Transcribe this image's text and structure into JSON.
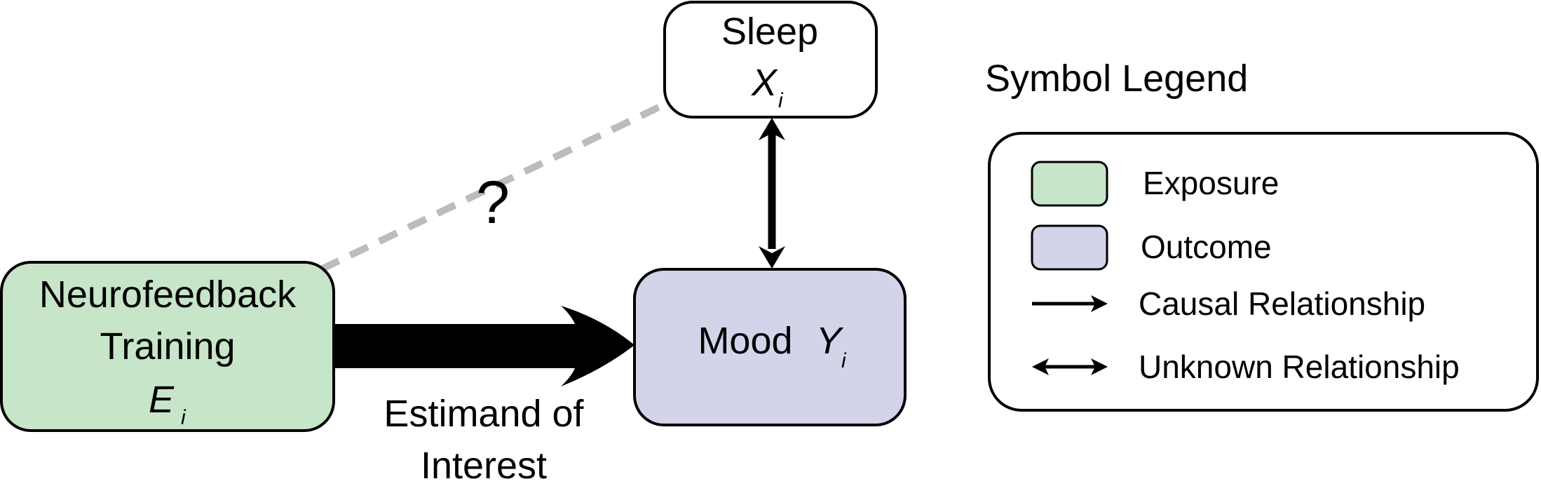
{
  "nodes": {
    "exposure": {
      "line1": "Neurofeedback",
      "line2": "Training",
      "symbol": "E",
      "subscript": "i"
    },
    "sleep": {
      "name": "Sleep",
      "symbol": "X",
      "subscript": "i"
    },
    "mood": {
      "name": "Mood",
      "symbol": "Y",
      "subscript": "i"
    }
  },
  "edges": {
    "unknown_mark": "?",
    "estimand_line1": "Estimand of",
    "estimand_line2": "Interest"
  },
  "legend": {
    "title": "Symbol Legend",
    "exposure": "Exposure",
    "outcome": "Outcome",
    "causal": "Causal Relationship",
    "unknown": "Unknown Relationship"
  },
  "colors": {
    "exposure_fill": "#c6e5c9",
    "outcome_fill": "#d3d3ea",
    "dashed_line": "#bcbcbc",
    "stroke": "#000000"
  }
}
